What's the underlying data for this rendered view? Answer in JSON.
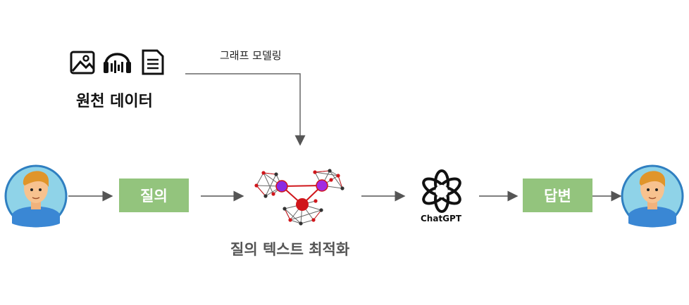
{
  "source": {
    "label": "원천 데이터",
    "icons": [
      "image-icon",
      "headphones-audio-icon",
      "document-icon"
    ]
  },
  "graph_modeling": {
    "label": "그래프 모델링"
  },
  "query": {
    "label": "질의"
  },
  "optimization": {
    "label": "질의 텍스트 최적화"
  },
  "chatgpt": {
    "label": "ChatGPT"
  },
  "answer": {
    "label": "답변"
  },
  "colors": {
    "box_green": "#93c47d",
    "arrow": "#555555",
    "avatar_bg": "#8fd3e8",
    "avatar_ring": "#2f7fc1",
    "node_red": "#d0161b",
    "node_purple": "#8a2be2"
  }
}
